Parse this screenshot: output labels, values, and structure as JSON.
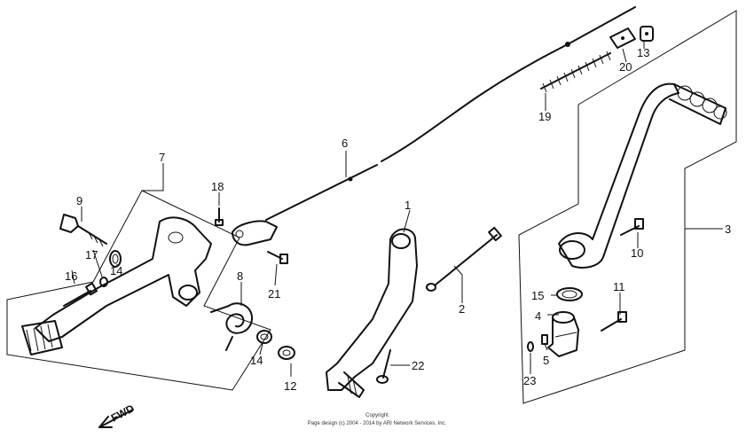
{
  "callouts": {
    "n1": "1",
    "n2": "2",
    "n3": "3",
    "n4": "4",
    "n5": "5",
    "n6": "6",
    "n7": "7",
    "n8": "8",
    "n9": "9",
    "n10": "10",
    "n11": "11",
    "n12": "12",
    "n13": "13",
    "n14a": "14",
    "n14b": "14",
    "n15": "15",
    "n16": "16",
    "n17": "17",
    "n18": "18",
    "n19": "19",
    "n20": "20",
    "n21": "21",
    "n22": "22",
    "n23": "23"
  },
  "direction_label": "FWD",
  "footer": {
    "line1": "Copyright",
    "line2": "Page design (c) 2004 - 2014 by ARI Network Services, Inc."
  }
}
